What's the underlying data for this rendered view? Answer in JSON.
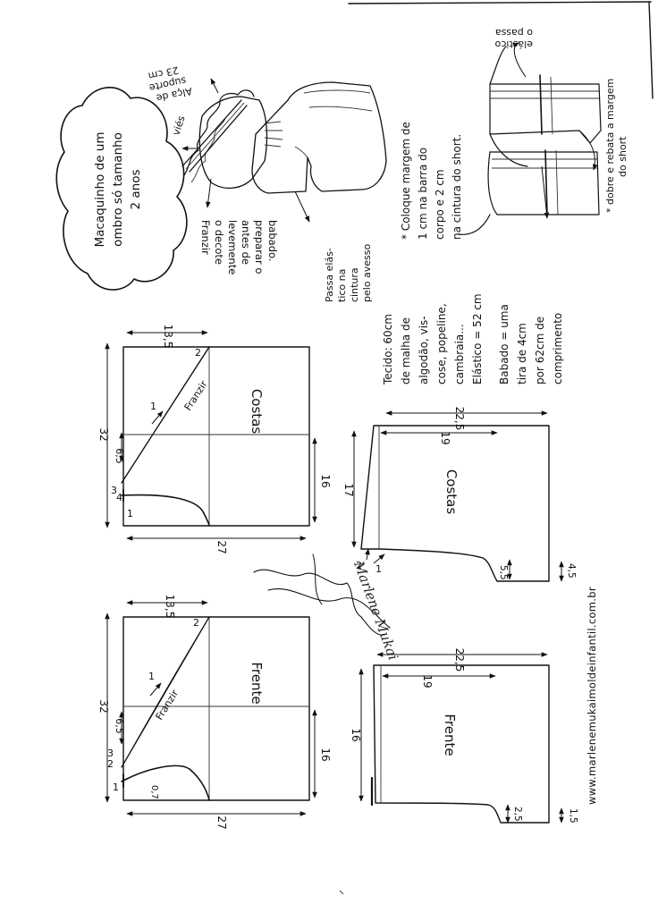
{
  "title": {
    "line1": "Macaquinho de um",
    "line2": "ombro só tamanho",
    "line3": "2 anos"
  },
  "sketch_notes": {
    "strap_line1": "Alça de",
    "strap_line2": "suporte",
    "strap_line3": "23 cm",
    "vies": "viés",
    "gather_line1": "Franzir",
    "gather_line2": "o decote",
    "gather_line3": "levemente",
    "gather_line4": "antes de",
    "gather_line5": "preparar o",
    "gather_line6": "babado.",
    "elastic_line1": "Passa elás-",
    "elastic_line2": "tico na",
    "elastic_line3": "cintura",
    "elastic_line4": "pelo avesso"
  },
  "margin_note": {
    "line1": "* Coloque margem de",
    "line2": "1 cm na barra do",
    "line3": "corpo e 2 cm",
    "line4": "na cintura do short."
  },
  "short_note": {
    "elastic_line1": "elástico",
    "elastic_line2": "o passa",
    "fold_line1": "* dobre e rebata a margem",
    "fold_line2": "do short"
  },
  "materials": {
    "fabric_line1": "Tecido: 60cm",
    "fabric_line2": "de malha de",
    "fabric_line3": "algodão, vis-",
    "fabric_line4": "cose, popeline,",
    "fabric_line5": "cambraia...",
    "elastic": "Elástico = 52 cm",
    "ruffle_line1": "Babado = uma",
    "ruffle_line2": "tira de 4cm",
    "ruffle_line3": "por 62cm de",
    "ruffle_line4": "comprimento"
  },
  "bodice_back": {
    "label": "Costas",
    "franzir": "Franzir",
    "dim_width": "32",
    "dim_top": "13,5",
    "dim_65": "6,5",
    "dim_3": "3",
    "dim_4": "4",
    "dim_1": "1",
    "dim_1b": "1",
    "dim_2": "2",
    "dim_16": "16",
    "dim_27": "27"
  },
  "bodice_front": {
    "label": "Frente",
    "franzir": "Franzir",
    "dim_width": "32",
    "dim_top": "13,5",
    "dim_65": "6,5",
    "dim_3": "3",
    "dim_2": "2",
    "dim_1": "1",
    "dim_1b": "1",
    "dim_2b": "2",
    "dim_07": "0,7",
    "dim_16": "16",
    "dim_27": "27"
  },
  "short_back": {
    "label": "Costas",
    "dim_225": "22,5",
    "dim_19": "19",
    "dim_17": "17",
    "dim_2": "2",
    "dim_1": "1",
    "dim_55": "5,5",
    "dim_45": "4,5"
  },
  "short_front": {
    "label": "Frente",
    "dim_225": "22,5",
    "dim_19": "19",
    "dim_16": "16",
    "dim_25": "2,5",
    "dim_15": "1,5"
  },
  "signature": "Marlene Mukai",
  "website": "www.marlenemukaimoldeinfantil.com.br"
}
